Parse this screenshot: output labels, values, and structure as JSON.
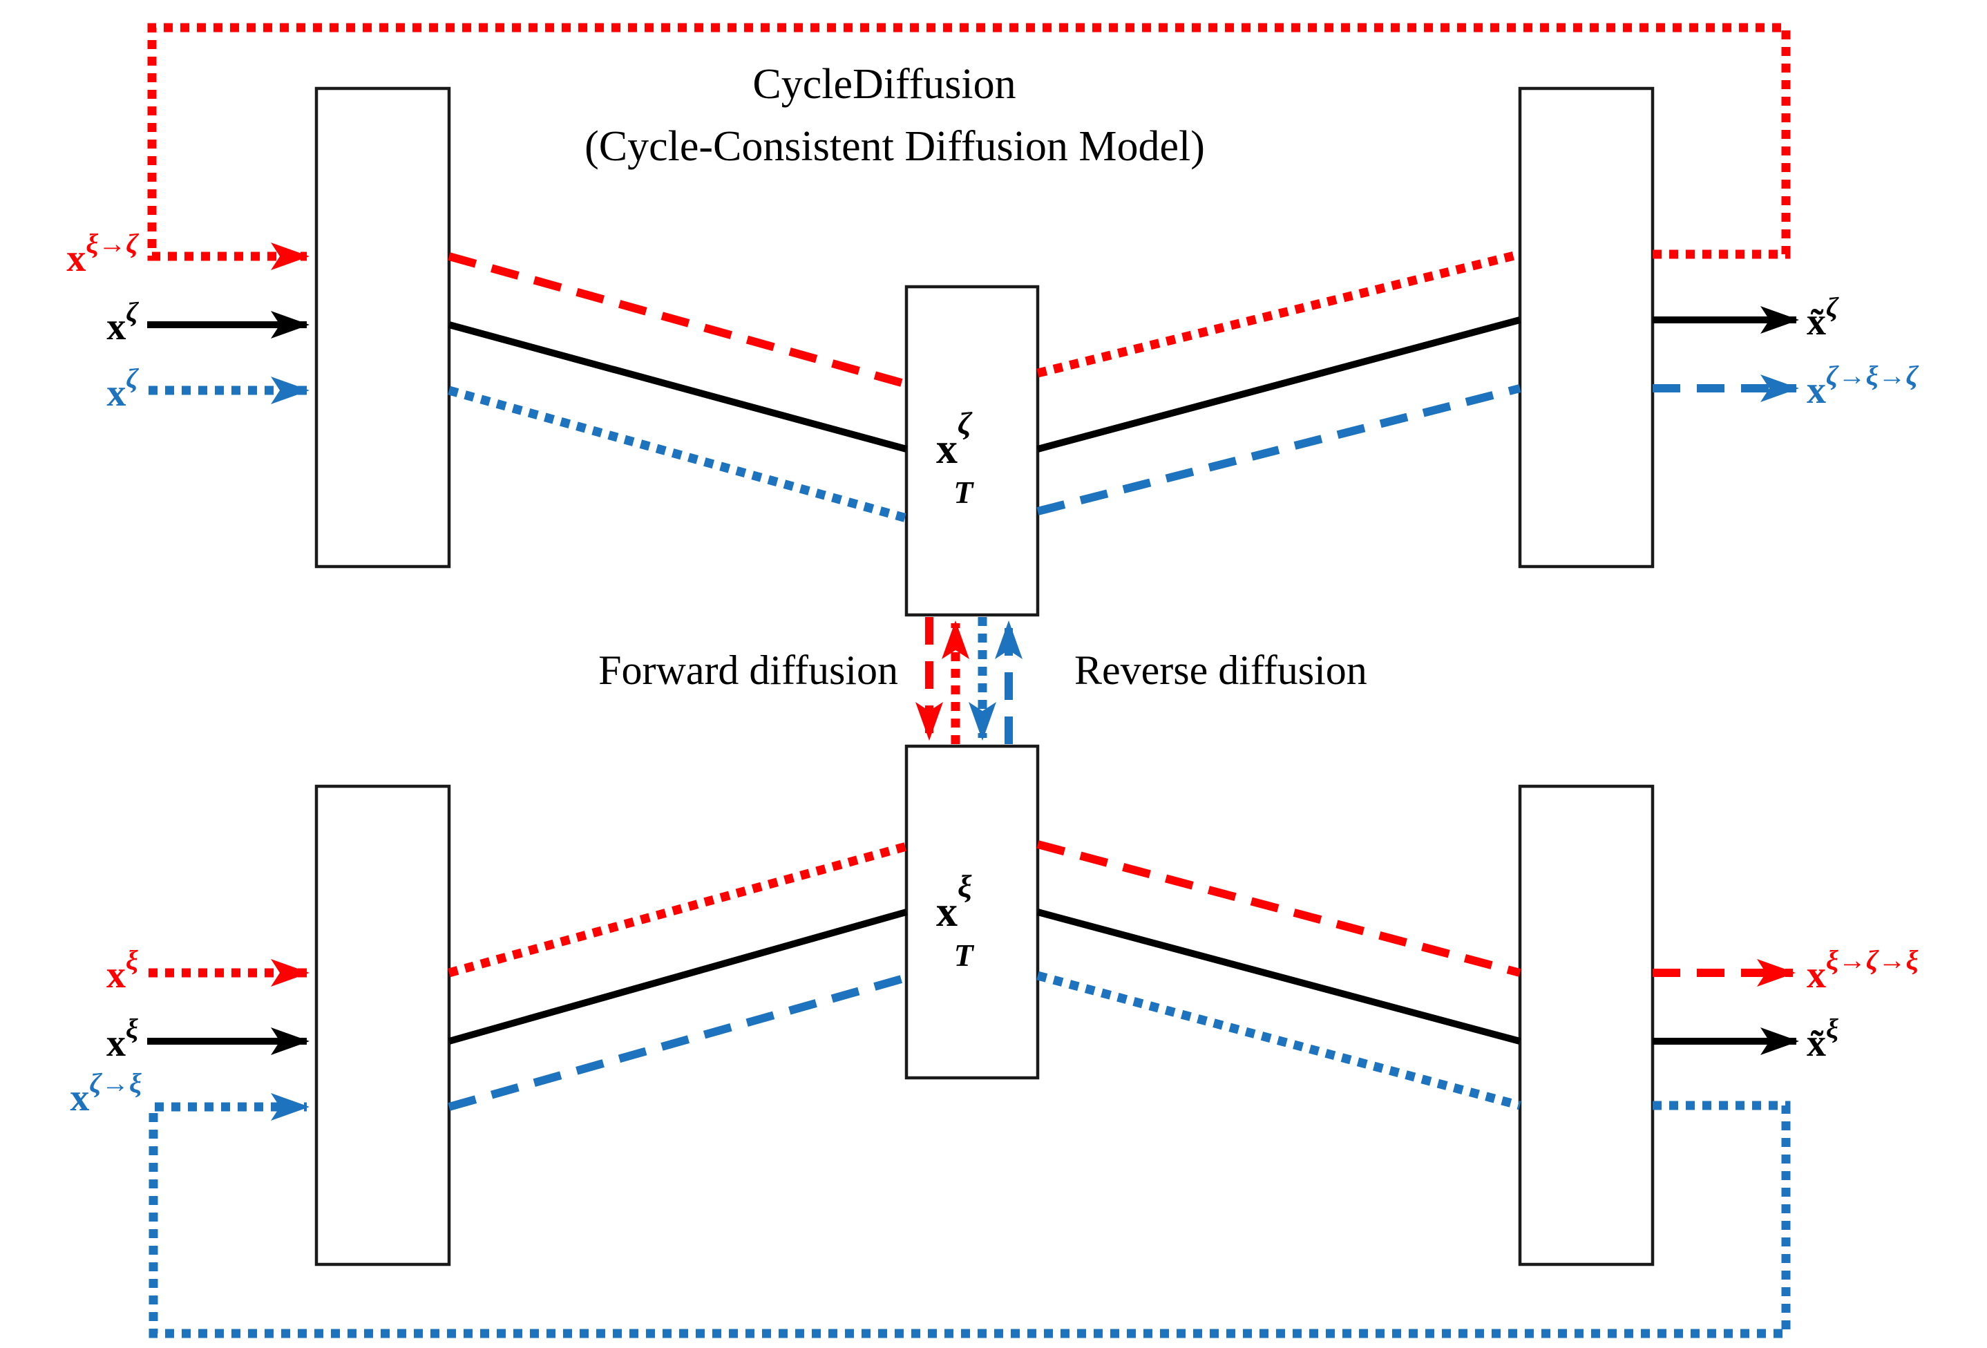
{
  "title": {
    "line1": "CycleDiffusion",
    "line2": "(Cycle-Consistent Diffusion Model)"
  },
  "process_labels": {
    "forward": "Forward diffusion",
    "reverse": "Reverse diffusion"
  },
  "colors": {
    "red": "#FF0000",
    "blue": "#1E73BE",
    "black": "#000000",
    "box_fill": "#FFFFFF"
  },
  "top_row": {
    "inputs": [
      {
        "base": "x",
        "sup": "ξ→ζ",
        "color": "red",
        "line_style": "dotted"
      },
      {
        "base": "x",
        "sup": "ζ",
        "color": "black",
        "line_style": "solid"
      },
      {
        "base": "x",
        "sup": "ζ",
        "color": "blue",
        "line_style": "dotted"
      }
    ],
    "latent": {
      "base": "x",
      "sup": "ζ",
      "sub": "T"
    },
    "outputs": [
      {
        "base": "x̃",
        "sup": "ζ",
        "color": "black",
        "line_style": "solid"
      },
      {
        "base": "x",
        "sup": "ζ→ξ→ζ",
        "color": "blue",
        "line_style": "dashed"
      }
    ]
  },
  "bottom_row": {
    "inputs": [
      {
        "base": "x",
        "sup": "ξ",
        "color": "red",
        "line_style": "dotted"
      },
      {
        "base": "x",
        "sup": "ξ",
        "color": "black",
        "line_style": "solid"
      },
      {
        "base": "x",
        "sup": "ζ→ξ",
        "color": "blue",
        "line_style": "dotted"
      }
    ],
    "latent": {
      "base": "x",
      "sup": "ξ",
      "sub": "T"
    },
    "outputs": [
      {
        "base": "x",
        "sup": "ξ→ζ→ξ",
        "color": "red",
        "line_style": "dashed"
      },
      {
        "base": "x̃",
        "sup": "ξ",
        "color": "black",
        "line_style": "solid"
      }
    ]
  }
}
